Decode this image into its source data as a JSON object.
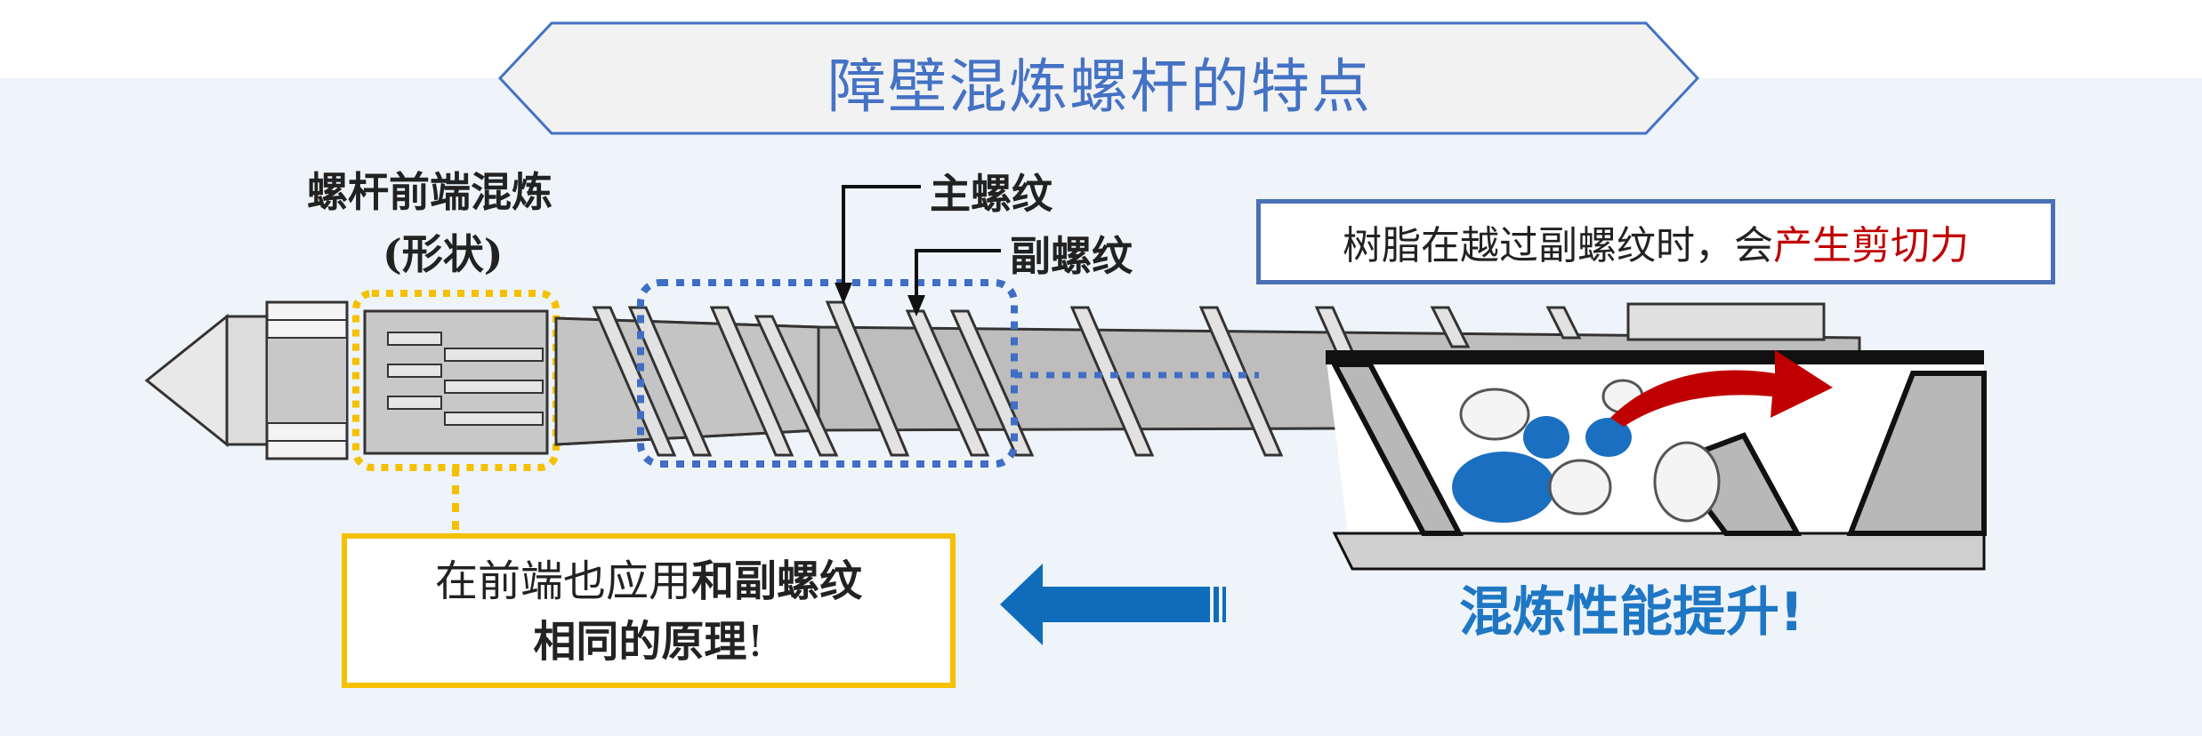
{
  "title": "障壁混炼螺杆的特点",
  "labels": {
    "tip_mixing_line1": "螺杆前端混炼",
    "tip_mixing_line2": "(形状)",
    "main_flight": "主螺纹",
    "sub_flight": "副螺纹"
  },
  "shear_note": {
    "prefix": "树脂在越过副螺纹时，会",
    "highlight": "产生剪切力"
  },
  "front_note": {
    "part1": "在前端也应用",
    "bold1": "和副螺纹",
    "bold2": "相同的原理",
    "suffix": "!"
  },
  "result": "混炼性能提升!",
  "colors": {
    "title": "#4472c4",
    "yellow": "#f5c000",
    "blue_dotted": "#3f6ec4",
    "red_text": "#c00000",
    "result_blue": "#1f77c4",
    "arrow_blue": "#0f6cba",
    "arrow_red": "#c00000"
  }
}
